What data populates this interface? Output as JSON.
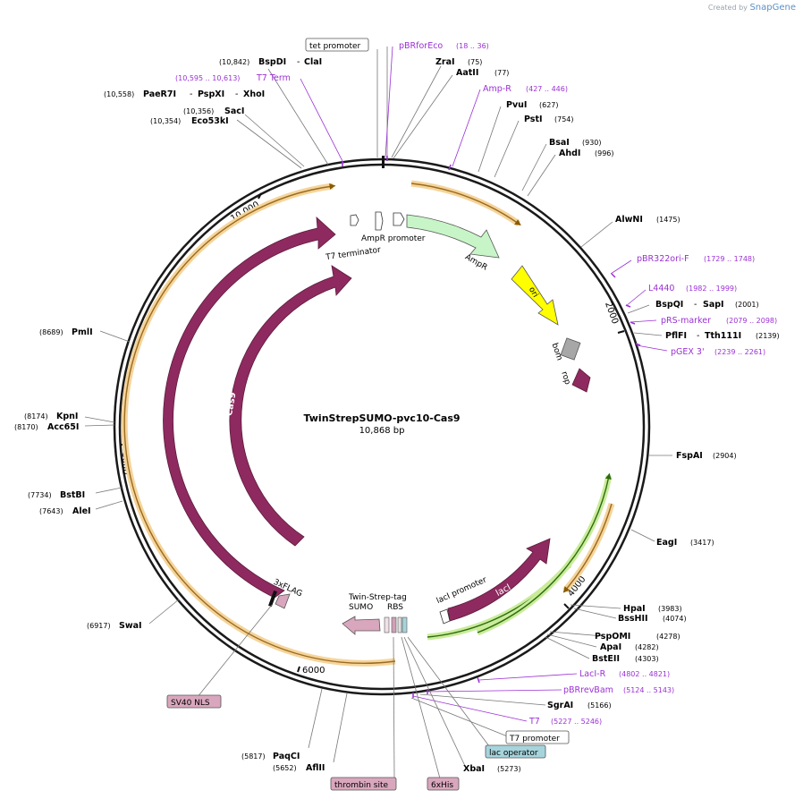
{
  "credit": {
    "prefix": "Created by",
    "brand": "SnapGene"
  },
  "plasmid": {
    "name": "TwinStrepSUMO-pvc10-Cas9",
    "length": "10,868 bp",
    "length_bp": 10868
  },
  "colors": {
    "purple": "#9b30d4",
    "cas9": "#8e2a5f",
    "ampr": "#c8f5c8",
    "ori": "#ffff00",
    "orange_ring": "#f5c46e",
    "green_ring": "#a8d860"
  },
  "ticks": [
    {
      "pos": 2000,
      "label": "2000"
    },
    {
      "pos": 4000,
      "label": "4000"
    },
    {
      "pos": 6000,
      "label": "6000"
    },
    {
      "pos": 8000,
      "label": "8000"
    },
    {
      "pos": 10000,
      "label": "10,000"
    }
  ],
  "sites": [
    {
      "name": "ClaI",
      "pos": "(10,842)",
      "prefix": "BspDI",
      "purple": false
    },
    {
      "name": "ZraI",
      "pos": "(75)",
      "purple": false
    },
    {
      "name": "AatII",
      "pos": "(77)",
      "purple": false
    },
    {
      "name": "Amp-R",
      "pos": "(427 .. 446)",
      "purple": true
    },
    {
      "name": "PvuI",
      "pos": "(627)",
      "purple": false
    },
    {
      "name": "PstI",
      "pos": "(754)",
      "purple": false
    },
    {
      "name": "BsaI",
      "pos": "(930)",
      "purple": false
    },
    {
      "name": "AhdI",
      "pos": "(996)",
      "purple": false
    },
    {
      "name": "AlwNI",
      "pos": "(1475)",
      "purple": false
    },
    {
      "name": "pBR322ori-F",
      "pos": "(1729 .. 1748)",
      "purple": true
    },
    {
      "name": "L4440",
      "pos": "(1982 .. 1999)",
      "purple": true
    },
    {
      "name": "SapI",
      "prefix": "BspQI",
      "pos": "(2001)",
      "purple": false
    },
    {
      "name": "pRS-marker",
      "pos": "(2079 .. 2098)",
      "purple": true
    },
    {
      "name": "Tth111I",
      "prefix": "PflFI",
      "pos": "(2139)",
      "purple": false
    },
    {
      "name": "pGEX 3'",
      "pos": "(2239 .. 2261)",
      "purple": true
    },
    {
      "name": "FspAI",
      "pos": "(2904)",
      "purple": false
    },
    {
      "name": "EagI",
      "pos": "(3417)",
      "purple": false
    },
    {
      "name": "HpaI",
      "pos": "(3983)",
      "purple": false
    },
    {
      "name": "BssHII",
      "pos": "(4074)",
      "purple": false
    },
    {
      "name": "PspOMI",
      "pos": "(4278)",
      "purple": false
    },
    {
      "name": "ApaI",
      "pos": "(4282)",
      "purple": false
    },
    {
      "name": "BstEII",
      "pos": "(4303)",
      "purple": false
    },
    {
      "name": "LacI-R",
      "pos": "(4802 .. 4821)",
      "purple": true
    },
    {
      "name": "pBRrevBam",
      "pos": "(5124 .. 5143)",
      "purple": true
    },
    {
      "name": "SgrAI",
      "pos": "(5166)",
      "purple": false
    },
    {
      "name": "T7",
      "pos": "(5227 .. 5246)",
      "purple": true
    },
    {
      "name": "XbaI",
      "pos": "(5273)",
      "purple": false
    },
    {
      "name": "AflII",
      "pos": "(5652)",
      "purple": false
    },
    {
      "name": "PaqCI",
      "pos": "(5817)",
      "purple": false
    },
    {
      "name": "SwaI",
      "pos": "(6917)",
      "purple": false
    },
    {
      "name": "AleI",
      "pos": "(7643)",
      "purple": false
    },
    {
      "name": "BstBI",
      "pos": "(7734)",
      "purple": false
    },
    {
      "name": "Acc65I",
      "pos": "(8170)",
      "purple": false
    },
    {
      "name": "KpnI",
      "pos": "(8174)",
      "purple": false
    },
    {
      "name": "PmlI",
      "pos": "(8689)",
      "purple": false
    },
    {
      "name": "Eco53kI",
      "pos": "(10,354)",
      "purple": false
    },
    {
      "name": "SacI",
      "pos": "(10,356)",
      "purple": false
    },
    {
      "name": "XhoI",
      "prefix": "PaeR7I - PspXI",
      "pos": "(10,558)",
      "purple": false
    },
    {
      "name": "T7 Term",
      "pos": "(10,595 .. 10,613)",
      "purple": true
    },
    {
      "name": "pBRforEco",
      "pos": "(18 .. 36)",
      "purple": true
    }
  ],
  "features": {
    "tet_promoter": "tet promoter",
    "t7_promoter": "T7 promoter",
    "lac_operator": "lac operator",
    "sv40_nls": "SV40 NLS",
    "thrombin_site": "thrombin site",
    "sixhis": "6xHis",
    "ampr_promoter": "AmpR promoter",
    "t7_terminator": "T7 terminator",
    "ampr": "AmpR",
    "ori": "ori",
    "bom": "bom",
    "rop": "rop",
    "cas9_a": "Cas9",
    "cas9_b": "Cas9",
    "flag": "3xFLAG",
    "twin_strep": "Twin-Strep-tag",
    "sumo": "SUMO",
    "rbs": "RBS",
    "laci_promoter": "lacI promoter",
    "laci": "lacI"
  }
}
